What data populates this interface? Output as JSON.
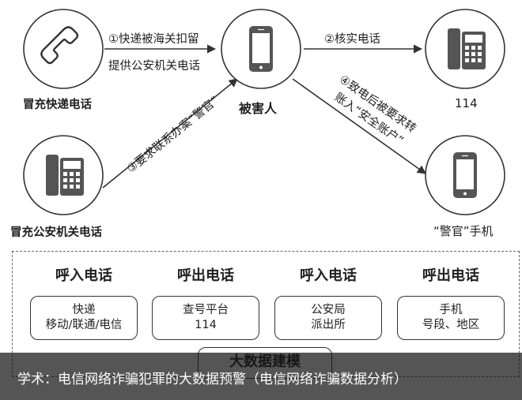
{
  "nodes": {
    "fake_express": "冒充快递电话",
    "victim": "被害人",
    "hotline_114": "114",
    "fake_police_call": "冒充公安机关电话",
    "police_mobile": "“警官”手机"
  },
  "steps": {
    "step1_line1": "①快递被海关扣留",
    "step1_line2": "提供公安机关电话",
    "step2": "②核实电话",
    "step3": "③要求联系办案“警官”",
    "step4_line1": "④致电后被要求转",
    "step4_line2": "账入“安全账户”"
  },
  "bigdata": {
    "columns": [
      {
        "header": "呼入电话",
        "line1": "快递",
        "line2": "移动/联通/电信"
      },
      {
        "header": "呼出电话",
        "line1": "查号平台",
        "line2": "114"
      },
      {
        "header": "呼入电话",
        "line1": "公安局",
        "line2": "派出所"
      },
      {
        "header": "呼出电话",
        "line1": "手机",
        "line2": "号段、地区"
      }
    ],
    "title": "大数据建模"
  },
  "caption": "学术：电信网络诈骗犯罪的大数据预警（电信网络诈骗数据分析）"
}
